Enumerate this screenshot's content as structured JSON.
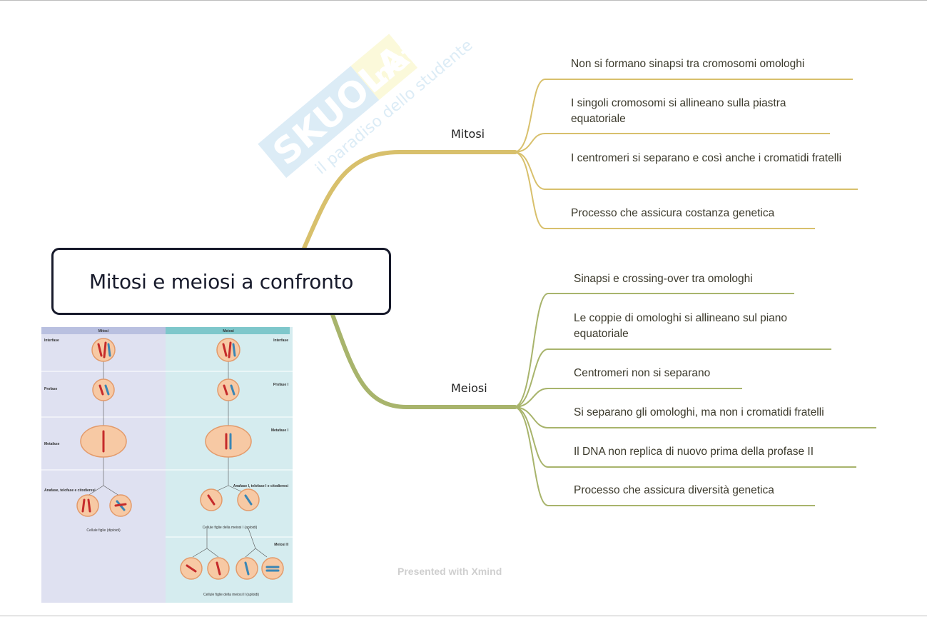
{
  "root": {
    "title": "Mitosi e meiosi a confronto"
  },
  "branches": [
    {
      "label": "Mitosi",
      "color": "#d8c06c",
      "children": [
        "Non si formano sinapsi tra cromosomi omologhi",
        "I singoli cromosomi si allineano sulla piastra equatoriale",
        "I centromeri si separano e così anche i cromatidi fratelli",
        "Processo che assicura costanza genetica"
      ]
    },
    {
      "label": "Meiosi",
      "color": "#a8b46c",
      "children": [
        "Sinapsi e crossing-over tra omologhi",
        "Le coppie di omologhi si allineano sul piano equatoriale",
        "Centromeri non si separano",
        "Si separano gli omologhi, ma non i cromatidi fratelli",
        "Il DNA non replica di nuovo prima della profase II",
        "Processo che assicura diversità genetica"
      ]
    }
  ],
  "figure": {
    "col_left": "Mitosi",
    "col_right": "Meiosi",
    "rows_left": [
      "Interfase",
      "Profase",
      "Metafase",
      "Anafase, telofase e citodieresi"
    ],
    "rows_right": [
      "Interfase",
      "Profase I",
      "Metafase I",
      "Anafase I, telofase I e citodieresi",
      "Meiosi II"
    ],
    "captions": {
      "left": "Cellule figlie (diploidi)",
      "right1": "Cellule figlie della meiosi I (aploidi)",
      "right2": "Cellule figlie della meiosi II (aploidi)"
    }
  },
  "watermark": {
    "brand": "SKUOLA.net",
    "tagline": "il paradiso dello studente"
  },
  "footer": "Presented with Xmind"
}
